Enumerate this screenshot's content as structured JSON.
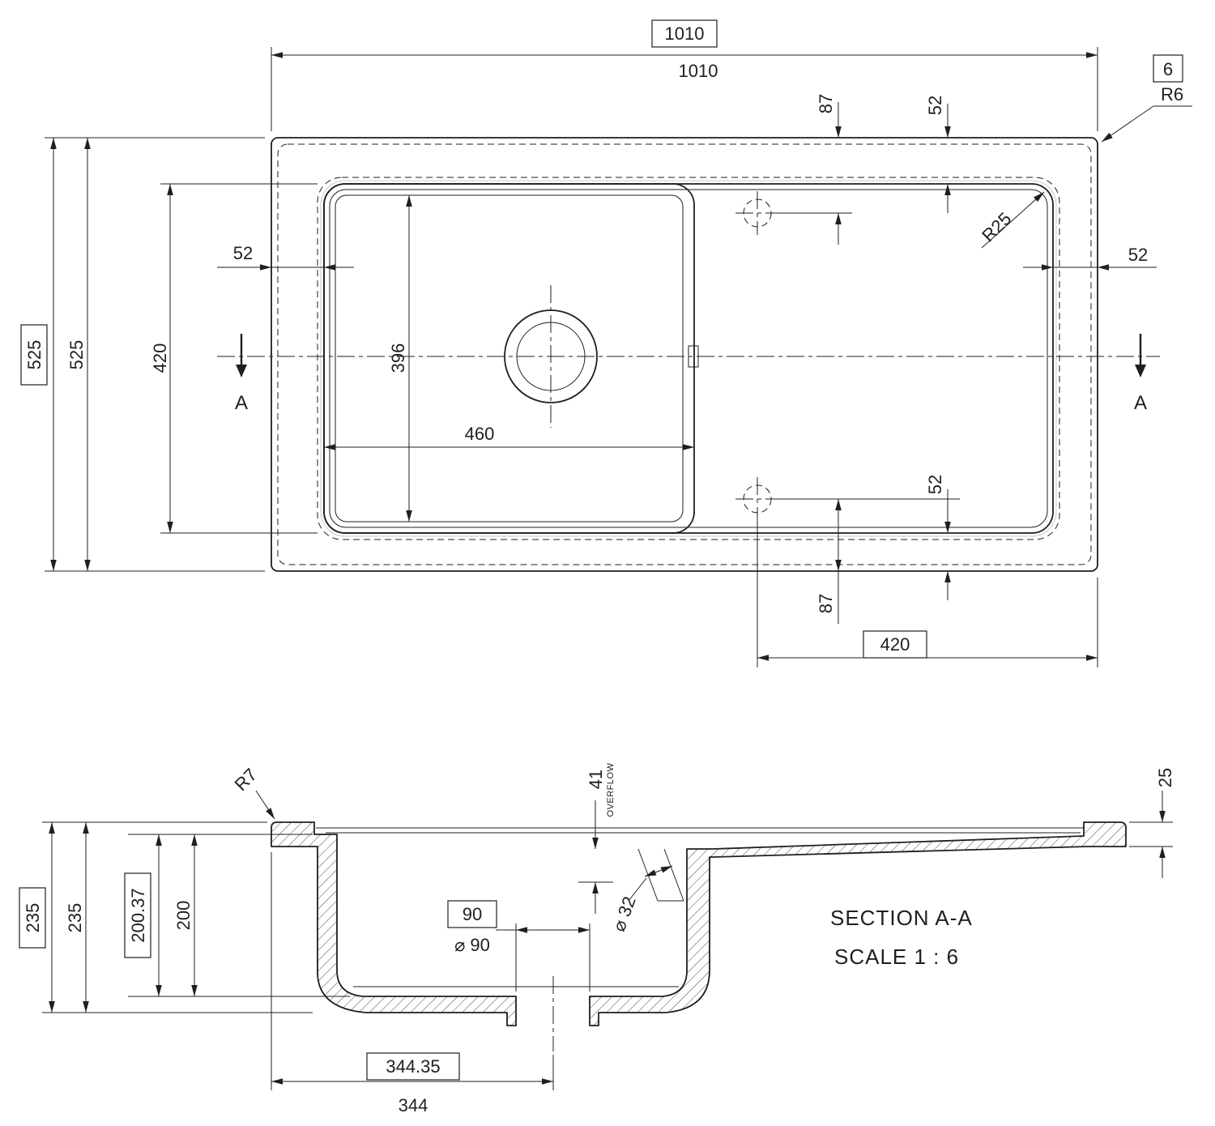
{
  "top_view": {
    "overall_width_ref": "1010",
    "overall_width": "1010",
    "corner_radius_ref": "6",
    "corner_radius": "R6",
    "overall_depth_ref": "525",
    "overall_depth": "525",
    "bowl_length_outer": "420",
    "bowl_width_inner": "396",
    "bowl_length_inner": "460",
    "left_offset": "52",
    "right_offset": "52",
    "rim_top_offset": "52",
    "rim_bottom_offset": "52",
    "hole_top_offset": "87",
    "hole_bottom_offset": "87",
    "inner_corner_radius": "R25",
    "hole_span_ref": "420",
    "section_arrow_label": "A"
  },
  "section_view": {
    "title": "SECTION A-A",
    "scale": "SCALE 1 : 6",
    "rim_corner_radius": "R7",
    "overflow_offset": "41",
    "overflow_label": "OVERFLOW",
    "rim_thickness": "25",
    "overall_height_ref": "235",
    "overall_height": "235",
    "bowl_depth_ref": "200.37",
    "bowl_depth": "200",
    "drain_dia_ref": "90",
    "drain_dia": "⌀ 90",
    "overflow_dia": "⌀ 32",
    "drain_offset_ref": "344.35",
    "drain_offset": "344"
  }
}
